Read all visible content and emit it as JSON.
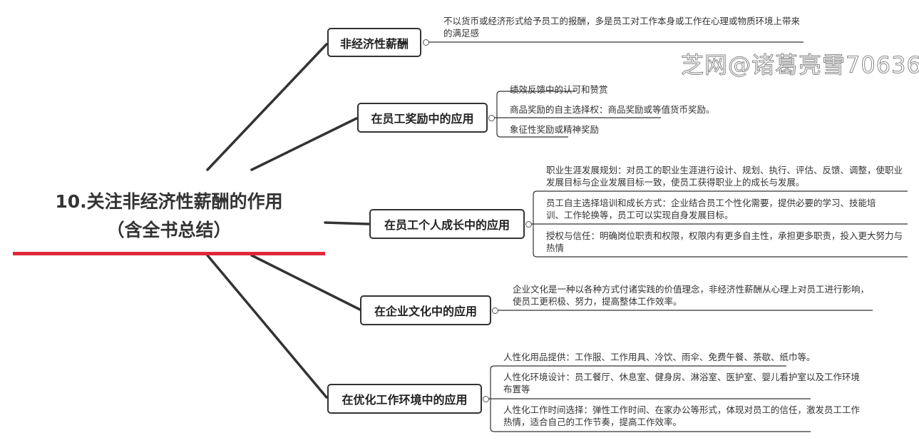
{
  "central": {
    "line1": "10.关注非经济性薪酬的作用",
    "line2": "（含全书总结）"
  },
  "branches": [
    {
      "label": "非经济性薪酬",
      "leaves": [
        "不以货币或经济形式给予员工的报酬，多是员工对工作本身或工作在心理或物质环境上带来的满足感"
      ]
    },
    {
      "label": "在员工奖励中的应用",
      "leaves": [
        "绩效反馈中的认可和赞赏",
        "商品奖励的自主选择权：商品奖励或等值货币奖励。",
        "象征性奖励或精神奖励"
      ]
    },
    {
      "label": "在员工个人成长中的应用",
      "leaves": [
        "职业生涯发展规划：对员工的职业生涯进行设计、规划、执行、评估、反馈、调整，使职业发展目标与企业发展目标一致，使员工获得职业上的成长与发展。",
        "员工自主选择培训和成长方式：企业结合员工个性化需要，提供必要的学习、技能培训、工作轮换等，员工可以实现自身发展目标。",
        "授权与信任：明确岗位职责和权限，权限内有更多自主性，承担更多职责，投入更大努力与热情"
      ]
    },
    {
      "label": "在企业文化中的应用",
      "leaves": [
        "企业文化是一种以各种方式付诸实践的价值理念，非经济性薪酬从心理上对员工进行影响，使员工更积极、努力，提高整体工作效率。"
      ]
    },
    {
      "label": "在优化工作环境中的应用",
      "leaves": [
        "人性化用品提供：工作服、工作用具、冷饮、雨伞、免费午餐、茶歇、纸巾等。",
        "人性化环境设计：员工餐厅、休息室、健身房、淋浴室、医护室、婴儿看护室以及工作环境布置等",
        "人性化工作时间选择：弹性工作时间、在家办公等形式，体现对员工的信任，激发员工工作热情，适合自己的工作节奏，提高工作效率。"
      ]
    }
  ],
  "watermark": "芝网@诸葛亮雪70636",
  "colors": {
    "accent": "#e0283c",
    "line": "#333333"
  }
}
